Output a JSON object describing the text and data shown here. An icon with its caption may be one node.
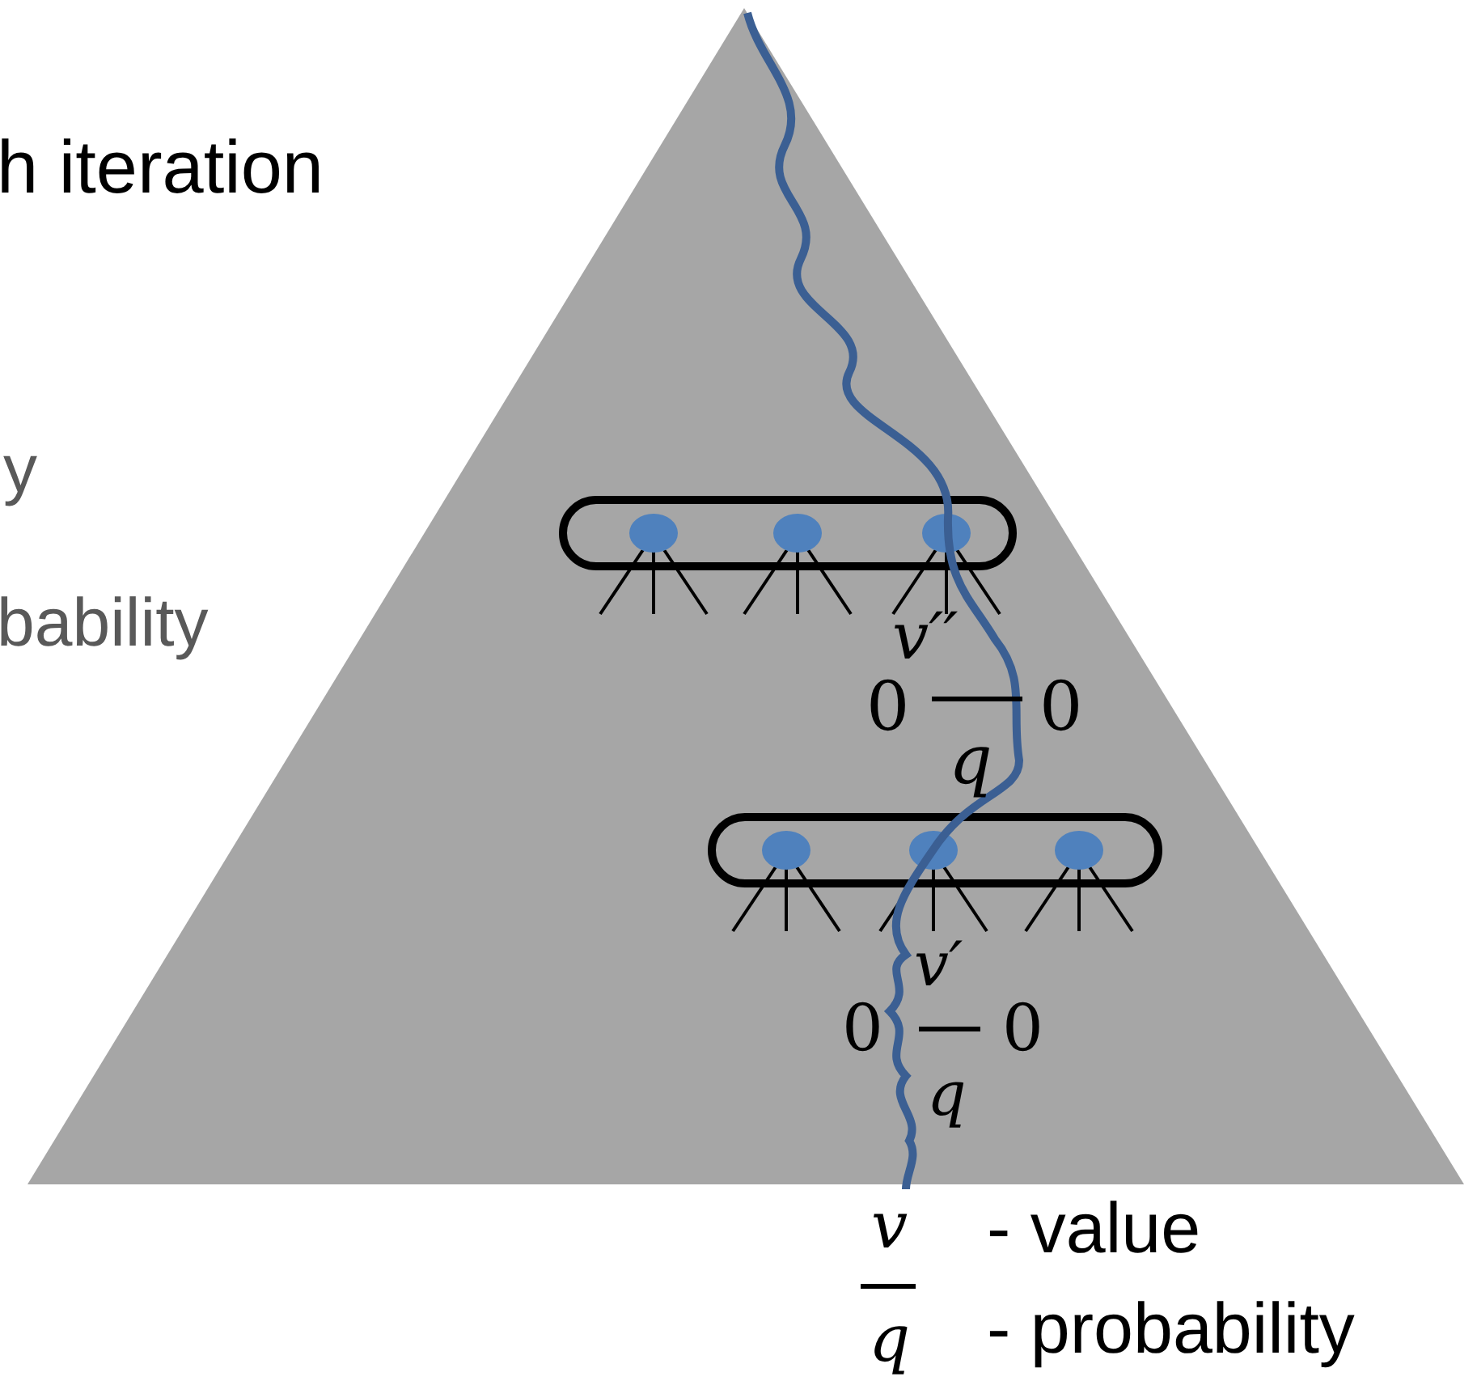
{
  "diagram": {
    "labels": [
      "h iteration",
      "y",
      "bability",
      "v′′",
      "0",
      "0",
      "q",
      "v′",
      "0",
      "0",
      "q",
      "v",
      "- value",
      "q",
      "- probability"
    ]
  }
}
